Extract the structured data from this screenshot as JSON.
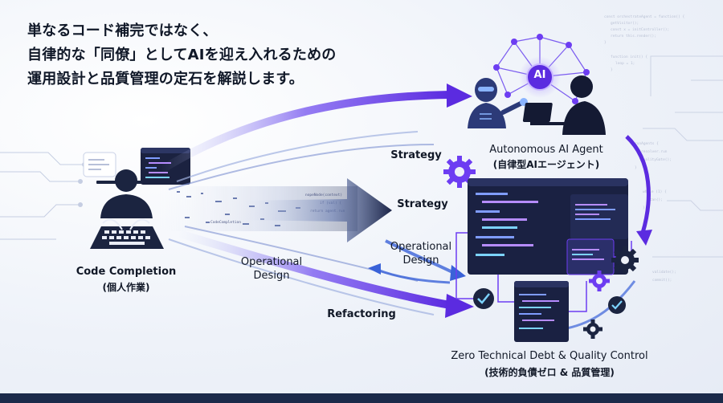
{
  "headline": {
    "line1": "単なるコード補完ではなく、",
    "line2": "自律的な「同僚」としてAIを迎え入れるための",
    "line3": "運用設計と品質管理の定石を解説します。"
  },
  "nodes": {
    "left_title": "Code Completion",
    "left_sub": "(個人作業)",
    "top_right_title": "Autonomous AI Agent",
    "top_right_sub": "(自律型AIエージェント)",
    "bottom_right_title": "Zero Technical Debt & Quality Control",
    "bottom_right_sub": "(技術的負債ゼロ & 品質管理)",
    "ai_badge": "AI"
  },
  "flow_labels": {
    "strategy_top": "Strategy",
    "strategy_mid": "Strategy",
    "operational_left_1": "Operational",
    "operational_left_2": "Design",
    "operational_right_1": "Operational",
    "operational_right_2": "Design",
    "refactoring": "Refactoring"
  },
  "colors": {
    "accent_purple": "#6d3df2",
    "accent_blue": "#2f5bd6",
    "navy": "#15203f",
    "dark_panel": "#1a2142"
  },
  "icons": [
    "person-at-laptop-icon",
    "robot-icon",
    "human-at-laptop-icon",
    "gear-icon",
    "checkmark-icon",
    "code-window-icon",
    "speech-bubble-icon"
  ]
}
